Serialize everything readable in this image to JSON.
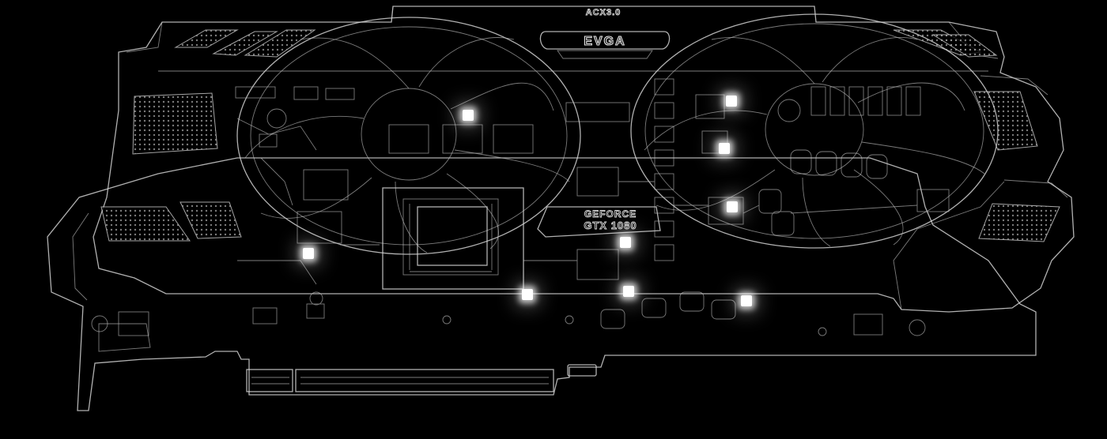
{
  "shroud_label": "ACX3.0",
  "brand_logo": "EVGA",
  "gpu_label_line1": "GEFORCE",
  "gpu_label_line2": "GTX 1080",
  "colors": {
    "background": "#000000",
    "line": "#d8d8d8",
    "hotspot": "#ffffff"
  },
  "hotspots_count": 9
}
